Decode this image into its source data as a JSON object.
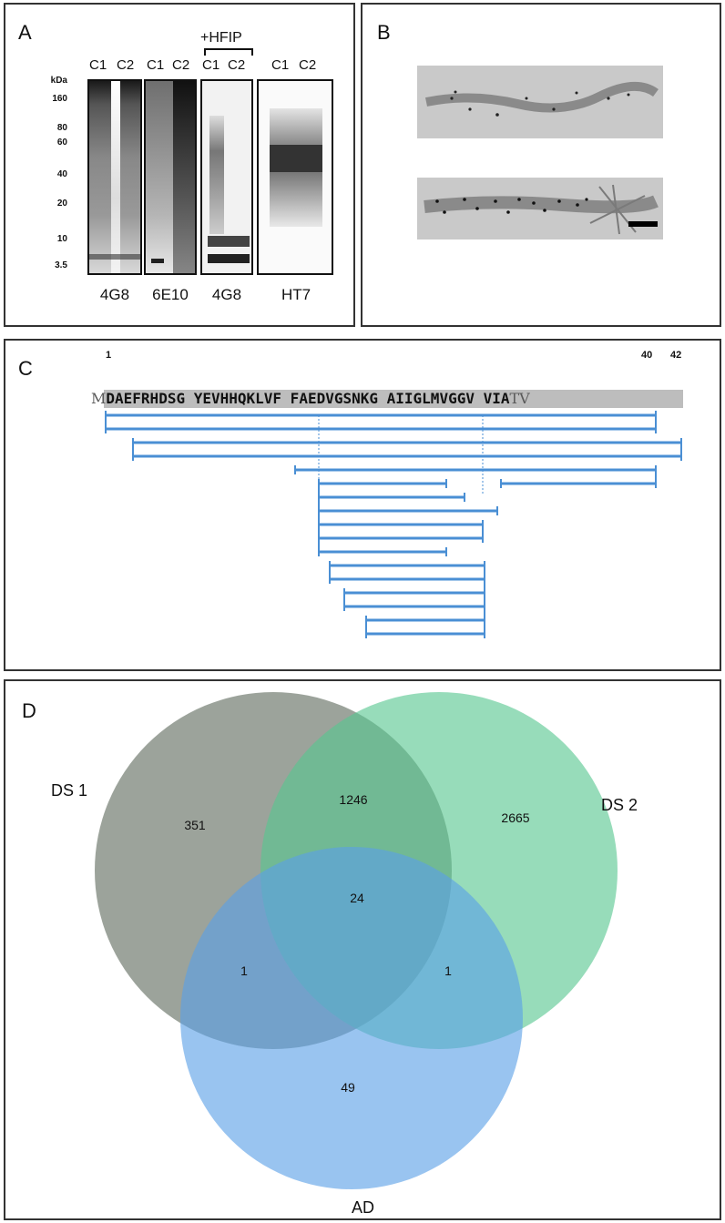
{
  "panel_a": {
    "letter": "A",
    "kda_unit": "kDa",
    "markers": [
      "160",
      "80",
      "60",
      "40",
      "20",
      "10",
      "3.5"
    ],
    "hfip_label": "+HFIP",
    "blots": [
      {
        "lanes": [
          "C1",
          "C2"
        ],
        "antibody": "4G8"
      },
      {
        "lanes": [
          "C1",
          "C2"
        ],
        "antibody": "6E10"
      },
      {
        "lanes": [
          "C1",
          "C2"
        ],
        "antibody": "4G8"
      },
      {
        "lanes": [
          "C1",
          "C2"
        ],
        "antibody": "HT7"
      }
    ]
  },
  "panel_b": {
    "letter": "B"
  },
  "panel_c": {
    "letter": "C",
    "prefix": "M",
    "core": "DAEFRHDSG YEVHHQKLVF FAEDVGSNKG AIIGLMVGGV VIA",
    "suffix": "TV",
    "num_1": "1",
    "num_40": "40",
    "num_42": "42"
  },
  "panel_d": {
    "letter": "D",
    "sets": {
      "ds1": "DS 1",
      "ds2": "DS 2",
      "ad": "AD"
    },
    "colors": {
      "ds1": "#5f6a5d",
      "ds2": "#57c78f",
      "ad": "#5a9fe6"
    },
    "counts": {
      "ds1_only": "351",
      "ds1_ds2": "1246",
      "ds2_only": "2665",
      "all_three": "24",
      "ds1_ad": "1",
      "ds2_ad": "1",
      "ad_only": "49"
    }
  }
}
